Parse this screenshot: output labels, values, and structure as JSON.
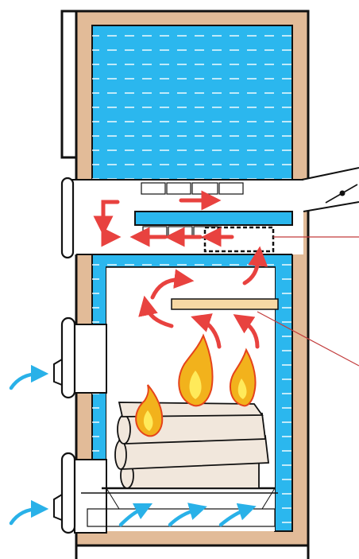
{
  "diagram": {
    "colors": {
      "casing": "#e2bb98",
      "water": "#2bb7ee",
      "water_lines": "#ffffff",
      "outline": "#111111",
      "air_arrow": "#29b1e8",
      "gas_arrow": "#e8423f",
      "baffle": "#f7d9a4",
      "wood": "#f1e7dc",
      "flame_outer": "#f2b21c",
      "flame_inner": "#ffea5a",
      "flame_edge": "#e5431b",
      "leader": "#c23b3b"
    },
    "components": [
      "boiler-casing",
      "water-jacket",
      "flue-outlet",
      "flue-damper",
      "combustion-chamber",
      "baffle-plate",
      "firewood-logs",
      "flames",
      "ash-grate",
      "fuel-loading-door",
      "ash-door",
      "primary-air-inlet",
      "secondary-air-inlet"
    ],
    "labels": []
  }
}
